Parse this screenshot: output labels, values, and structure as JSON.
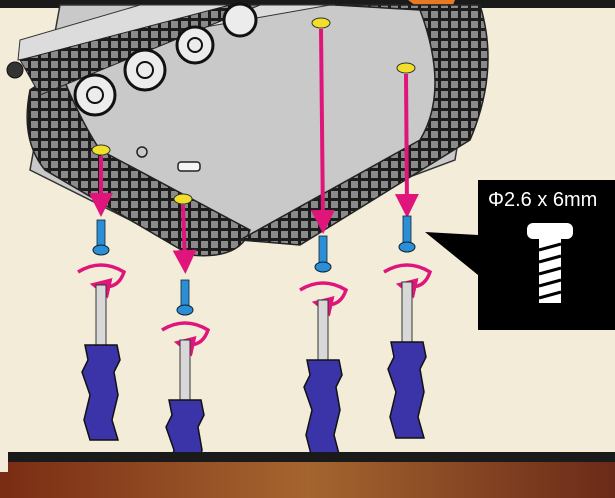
{
  "callout": {
    "screw_spec": "Φ2.6 x 6mm",
    "screw_icon": "screw-icon"
  },
  "steps": [
    {
      "screw": "screw-1",
      "tool": "screwdriver-1",
      "rotation": "clockwise-arrow-icon"
    },
    {
      "screw": "screw-2",
      "tool": "screwdriver-2",
      "rotation": "clockwise-arrow-icon"
    },
    {
      "screw": "screw-3",
      "tool": "screwdriver-3",
      "rotation": "clockwise-arrow-icon"
    },
    {
      "screw": "screw-4",
      "tool": "screwdriver-4",
      "rotation": "clockwise-arrow-icon"
    }
  ],
  "colors": {
    "background": "#f3ecd9",
    "arrow": "#e0157c",
    "screw": "#2a8fd6",
    "screwdriver_handle": "#3b33a8",
    "hole_marker": "#f2df2a",
    "callout_bg": "#000000",
    "bottom_band": "#7a3b20"
  }
}
